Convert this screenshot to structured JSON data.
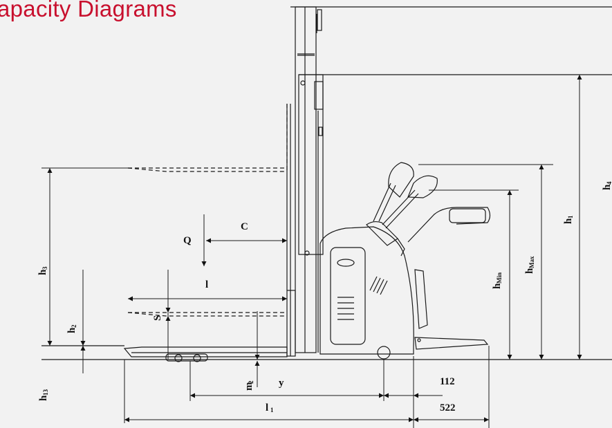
{
  "title": "apacity Diagrams",
  "colors": {
    "title": "#c8102e",
    "line": "#1a1a1a",
    "background": "#f2f2f2"
  },
  "labels": {
    "Q": "Q",
    "C": "C",
    "l": "l",
    "S": "S",
    "y": "y",
    "l1": "l",
    "l1_sub": "1",
    "h3": "h",
    "h3_sub": "3",
    "h2": "h",
    "h2_sub": "2",
    "h13": "h",
    "h13_sub": "13",
    "m2": "m",
    "m2_sub": "2",
    "h1": "h",
    "h1_sub": "1",
    "h4": "h",
    "h4_sub": "4",
    "hmax": "h",
    "hmax_sub": "Max",
    "hmin": "h",
    "hmin_sub": "Min",
    "d112": "112",
    "d522": "522"
  }
}
